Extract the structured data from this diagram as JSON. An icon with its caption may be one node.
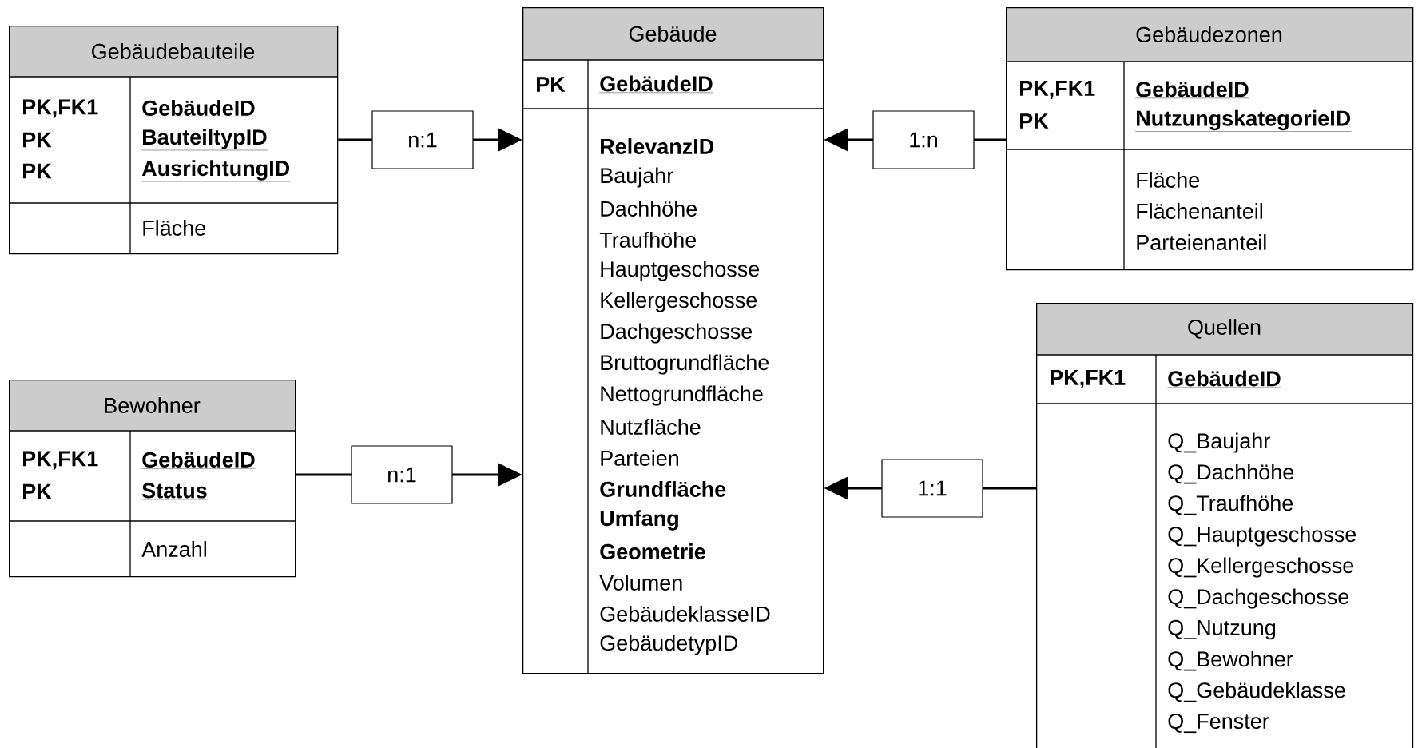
{
  "diagram": {
    "nodes": [
      {
        "text": [
          "Gebäudebauteile",
          "PK,FK1",
          "GebäudeID",
          "PK",
          "BauteiltypID",
          "PK",
          "AusrichtungID",
          "Fläche"
        ]
      },
      {
        "text": [
          "Gebäude",
          "PK",
          "GebäudeID",
          "RelevanzID",
          "Baujahr",
          "Dachhöhe",
          "Traufhöhe",
          "Hauptgeschosse",
          "Kellergeschosse",
          "Dachgeschosse",
          "Bruttogrundfläche",
          "Nettogrundfläche",
          "Nutzfläche",
          "Parteien",
          "Grundfläche",
          "Umfang",
          "Geometrie",
          "Volumen",
          "GebäudeklasseID",
          "GebäudetypID"
        ]
      },
      {
        "text": [
          "Gebäudezonen",
          "PK,FK1",
          "GebäudeID",
          "PK",
          "NutzungskategorieID",
          "Fläche",
          "Flächenanteil",
          "Parteienanteil"
        ]
      },
      {
        "text": [
          "Bewohner",
          "PK,FK1",
          "GebäudeID",
          "PK",
          "Status",
          "Anzahl"
        ]
      },
      {
        "text": [
          "Quellen",
          "PK,FK1",
          "GebäudeID",
          "Q_Baujahr",
          "Q_Dachhöhe",
          "Q_Traufhöhe",
          "Q_Hauptgeschosse",
          "Q_Kellergeschosse",
          "Q_Dachgeschosse",
          "Q_Nutzung",
          "Q_Bewohner",
          "Q_Gebäudeklasse",
          "Q_Fenster"
        ]
      }
    ],
    "edges": [
      {
        "from": 0,
        "to": 1,
        "arrow": "to",
        "label": "n:1"
      },
      {
        "from": 2,
        "to": 1,
        "arrow": "to",
        "label": "1:n"
      },
      {
        "from": 3,
        "to": 1,
        "arrow": "to",
        "label": "n:1"
      },
      {
        "from": 4,
        "to": 1,
        "arrow": "to",
        "label": "1:1"
      }
    ]
  }
}
